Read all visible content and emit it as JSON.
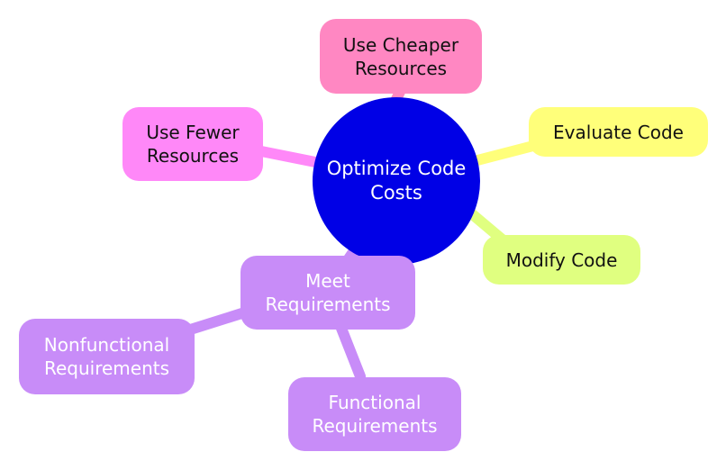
{
  "root": {
    "label": "Optimize Code\nCosts",
    "color": "#0000e6"
  },
  "branches": {
    "cheaper": {
      "label": "Use Cheaper\nResources",
      "color": "#ff87c2"
    },
    "fewer": {
      "label": "Use Fewer\nResources",
      "color": "#ff88f8"
    },
    "evaluate": {
      "label": "Evaluate Code",
      "color": "#ffff7a"
    },
    "modify": {
      "label": "Modify Code",
      "color": "#e0ff80"
    },
    "meet": {
      "label": "Meet\nRequirements",
      "color": "#c88cf8"
    },
    "nonfunctional": {
      "label": "Nonfunctional\nRequirements",
      "color": "#c88cf8"
    },
    "functional": {
      "label": "Functional\nRequirements",
      "color": "#c88cf8"
    }
  }
}
